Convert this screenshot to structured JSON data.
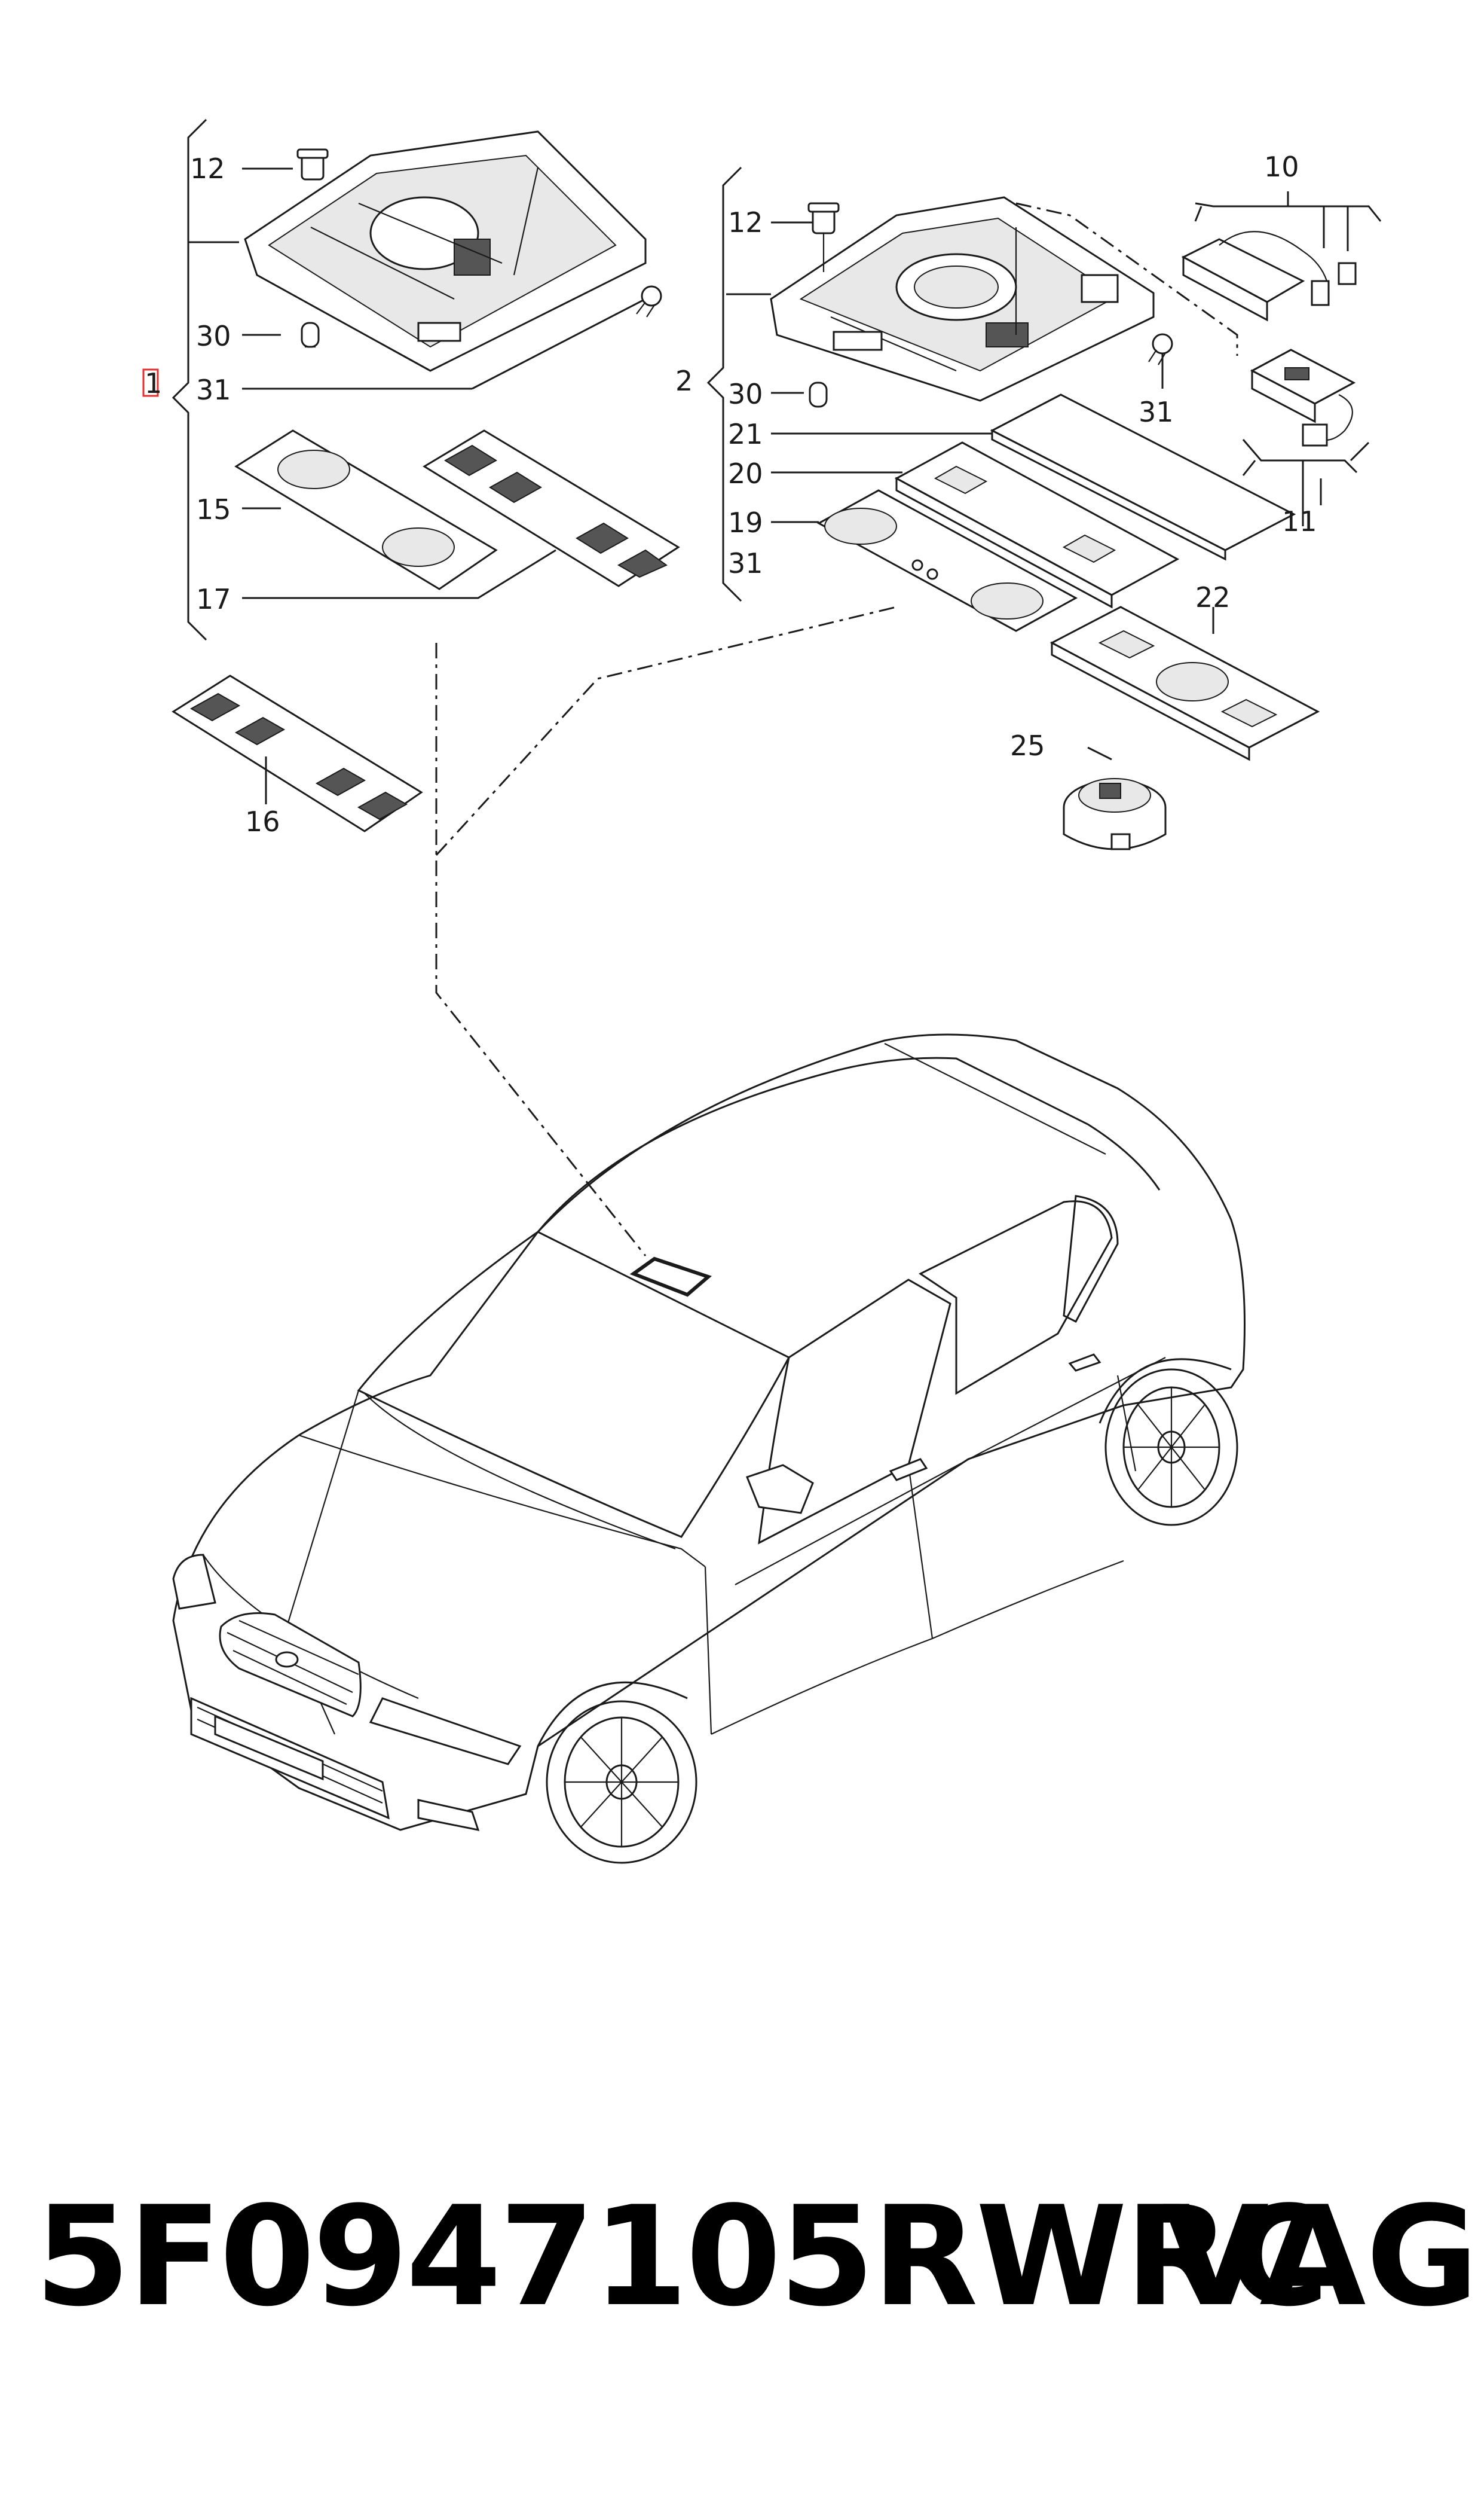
{
  "callouts": {
    "c1": "1",
    "c2": "2",
    "c10": "10",
    "c11": "11",
    "c12a": "12",
    "c12b": "12",
    "c15": "15",
    "c16": "16",
    "c17": "17",
    "c19": "19",
    "c20": "20",
    "c21": "21",
    "c22": "22",
    "c25": "25",
    "c30a": "30",
    "c30b": "30",
    "c31a": "31",
    "c31b": "31",
    "c31c": "31"
  },
  "caption": {
    "part_number": "5F0947105RWRC",
    "brand": "VAG"
  },
  "colors": {
    "line": "#1a1a1a",
    "highlight": "#e03030"
  }
}
